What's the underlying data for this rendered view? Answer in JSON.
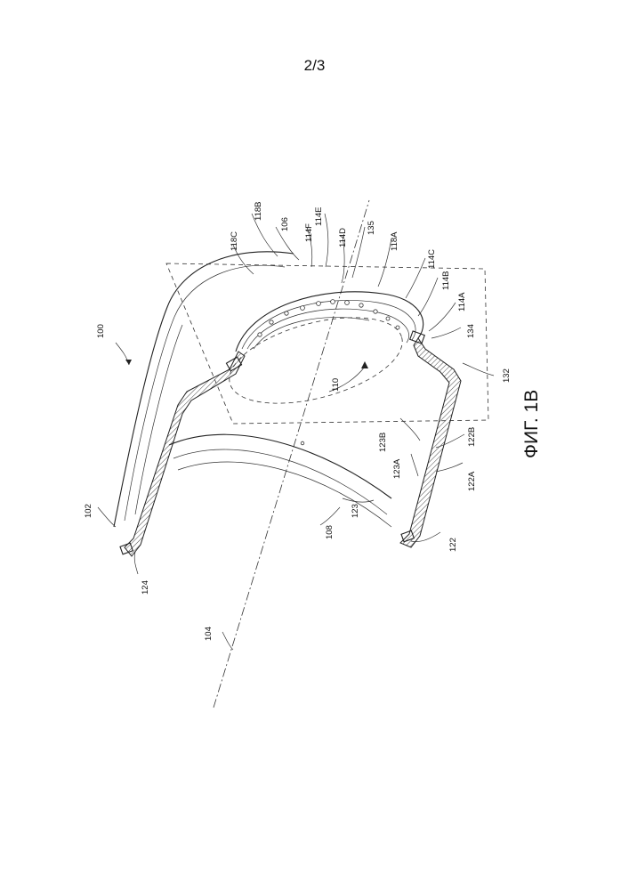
{
  "page": {
    "number": "2/3",
    "figure_label": "ФИГ. 1B"
  },
  "labels": {
    "l100": "100",
    "l102": "102",
    "l104": "104",
    "l106": "106",
    "l108": "108",
    "l110": "110",
    "l114A": "114A",
    "l114B": "114B",
    "l114C": "114C",
    "l114D": "114D",
    "l114E": "114E",
    "l114F": "114F",
    "l118A": "118A",
    "l118B": "118B",
    "l118C": "118C",
    "l122": "122",
    "l122A": "122A",
    "l122B": "122B",
    "l123": "123",
    "l123A": "123A",
    "l123B": "123B",
    "l124": "124",
    "l132": "132",
    "l134": "134",
    "l135": "135"
  }
}
